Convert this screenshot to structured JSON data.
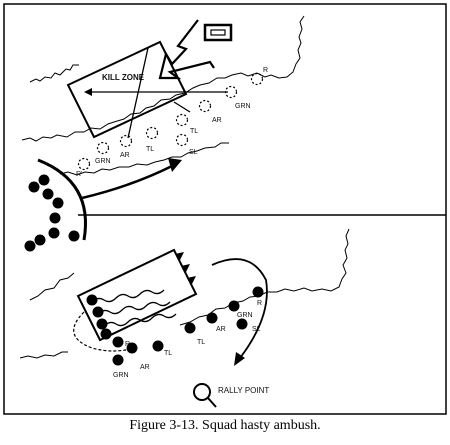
{
  "top_panel": {
    "kill_zone_label": "KILL ZONE",
    "positions_dashed": [
      "R",
      "GRN",
      "AR",
      "TL",
      "TL",
      "SL",
      "AR",
      "GRN",
      "R'"
    ]
  },
  "bottom_panel": {
    "positions_solid_right": [
      "R",
      "GRN",
      "AR",
      "SL",
      "TL"
    ],
    "positions_solid_left": [
      "R",
      "AR",
      "TL",
      "GRN"
    ],
    "rally_point_label": "RALLY POINT"
  },
  "caption": "Figure 3-13. Squad hasty ambush."
}
